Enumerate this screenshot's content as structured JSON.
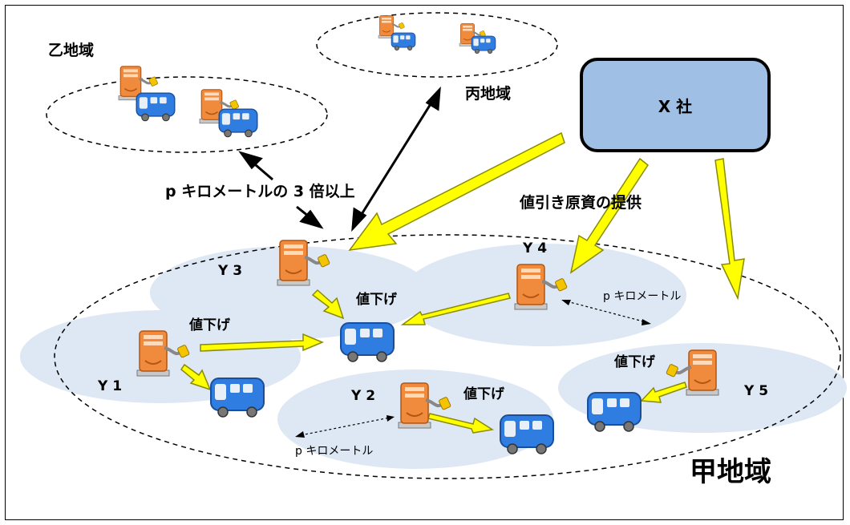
{
  "regions": {
    "otsu": "乙地域",
    "hei": "丙地域",
    "kou": "甲地域"
  },
  "company": {
    "label": "X 社"
  },
  "annotations": {
    "distance_rule": "p キロメートルの 3 倍以上",
    "discount_funding": "値引き原資の提供",
    "pkm_right": "p キロメートル",
    "pkm_bottom": "p キロメートル"
  },
  "stations": {
    "y1": "Y 1",
    "y2": "Y 2",
    "y3": "Y 3",
    "y4": "Y 4",
    "y5": "Y 5"
  },
  "price_cut": {
    "label": "値下げ"
  },
  "colors": {
    "arrow_fill": "#ffff00",
    "arrow_stroke": "#8a8a00",
    "station_body": "#f08a3c",
    "bus_body": "#2f7de0",
    "market_ellipse": "#dde8f4",
    "company_box": "#9fc0e4"
  },
  "icons": {
    "station": "charging-station-icon",
    "bus": "electric-bus-icon"
  }
}
